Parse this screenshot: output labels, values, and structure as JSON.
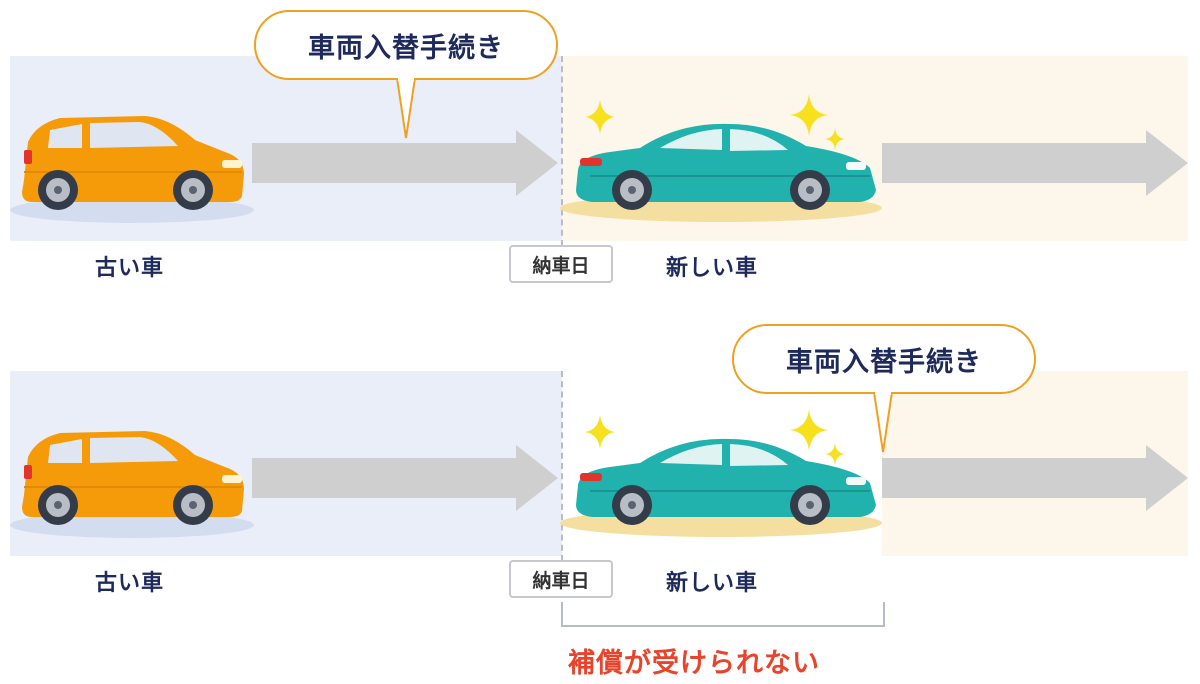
{
  "colors": {
    "old_bg": "#eaeef8",
    "new_bg": "#fdf6ea",
    "arrow": "#cfcfcf",
    "old_car": "#f59b0a",
    "new_car": "#22b2ae",
    "bubble_border": "#f0a020",
    "label_text": "#1e2a5c",
    "warning_text": "#e8442c",
    "sparkle": "#f7e11e"
  },
  "icons": {
    "old_car": "compact-hatchback-icon",
    "new_car": "sedan-icon",
    "sparkle": "sparkle-icon"
  },
  "top": {
    "bubble_text": "車両入替手続き",
    "old_car_label": "古い車",
    "delivery_date_label": "納車日",
    "new_car_label": "新しい車"
  },
  "bottom": {
    "bubble_text": "車両入替手続き",
    "old_car_label": "古い車",
    "delivery_date_label": "納車日",
    "new_car_label": "新しい車",
    "warning_text": "補償が受けられない"
  }
}
